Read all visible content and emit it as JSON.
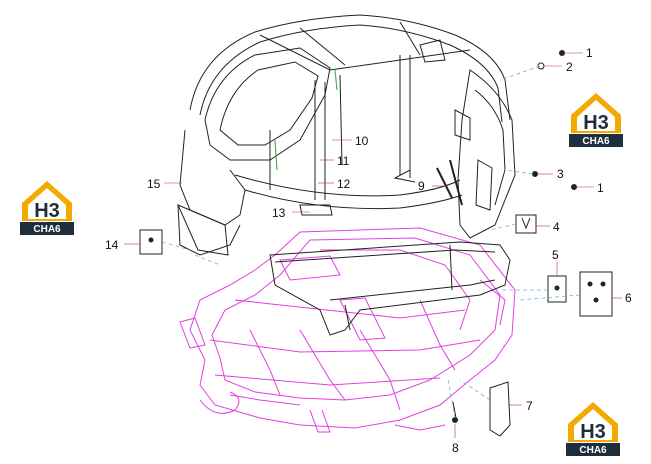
{
  "diagram": {
    "callouts": [
      "1",
      "2",
      "1",
      "3",
      "4",
      "5",
      "6",
      "7",
      "8",
      "9",
      "10",
      "11",
      "12",
      "13",
      "14",
      "15"
    ]
  },
  "logos": [
    {
      "mark": "H3",
      "word": "CHA6"
    },
    {
      "mark": "H3",
      "word": "CHA6"
    },
    {
      "mark": "H3",
      "word": "CHA6"
    }
  ],
  "colors": {
    "line": "#222222",
    "chassis": "#e040e0",
    "leader": "#6fb7d6",
    "logo_gold": "#f2a900",
    "logo_dark": "#1e2e3c"
  }
}
